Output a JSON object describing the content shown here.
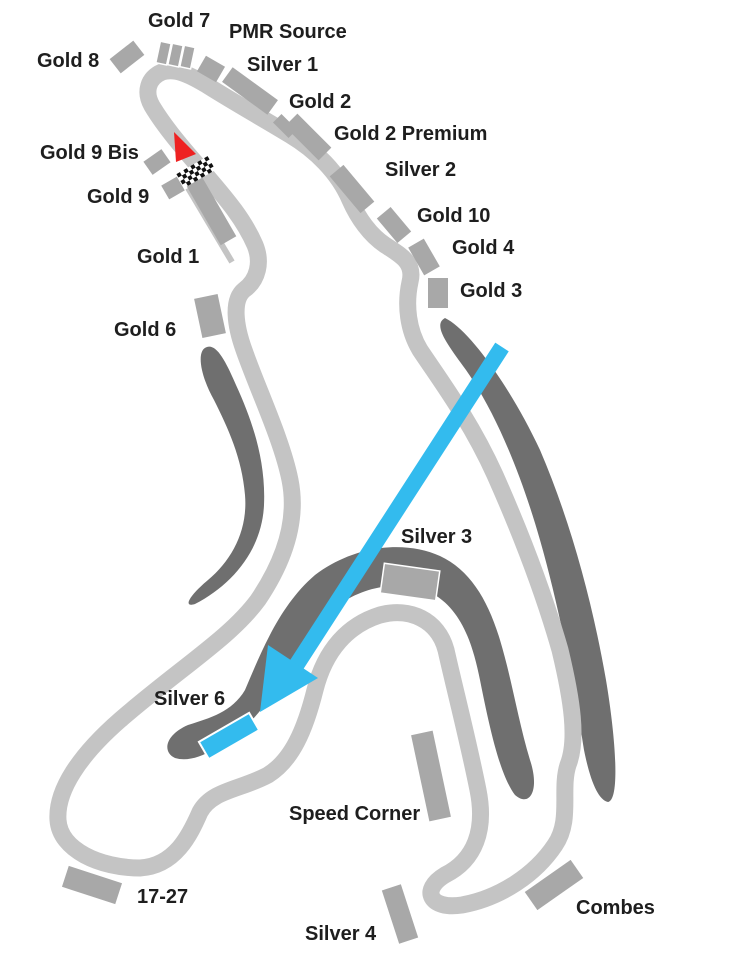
{
  "colors": {
    "track": "#c4c4c4",
    "stand": "#a8a8a8",
    "runoff": "#6f6f6f",
    "highlight": "#33bbee",
    "start_flag": "#ee2222",
    "label": "#1e1e1e"
  },
  "icons": {
    "start_marker": "red-triangle-icon",
    "finish_line": "checkered-flag-icon",
    "route": "blue-arrow-icon"
  },
  "highlighted_stand": "Silver 6",
  "stands": [
    {
      "id": "gold-7",
      "label": "Gold 7"
    },
    {
      "id": "pmr-source",
      "label": "PMR Source"
    },
    {
      "id": "gold-8",
      "label": "Gold 8"
    },
    {
      "id": "silver-1",
      "label": "Silver 1"
    },
    {
      "id": "gold-2",
      "label": "Gold 2"
    },
    {
      "id": "gold-2-premium",
      "label": "Gold 2 Premium"
    },
    {
      "id": "gold-9-bis",
      "label": "Gold 9 Bis"
    },
    {
      "id": "silver-2",
      "label": "Silver 2"
    },
    {
      "id": "gold-9",
      "label": "Gold 9"
    },
    {
      "id": "gold-10",
      "label": "Gold 10"
    },
    {
      "id": "gold-4",
      "label": "Gold 4"
    },
    {
      "id": "gold-1",
      "label": "Gold 1"
    },
    {
      "id": "gold-3",
      "label": "Gold 3"
    },
    {
      "id": "gold-6",
      "label": "Gold 6"
    },
    {
      "id": "silver-3",
      "label": "Silver 3"
    },
    {
      "id": "silver-6",
      "label": "Silver 6"
    },
    {
      "id": "speed-corner",
      "label": "Speed Corner"
    },
    {
      "id": "17-27",
      "label": "17-27"
    },
    {
      "id": "combes",
      "label": "Combes"
    },
    {
      "id": "silver-4",
      "label": "Silver 4"
    }
  ]
}
